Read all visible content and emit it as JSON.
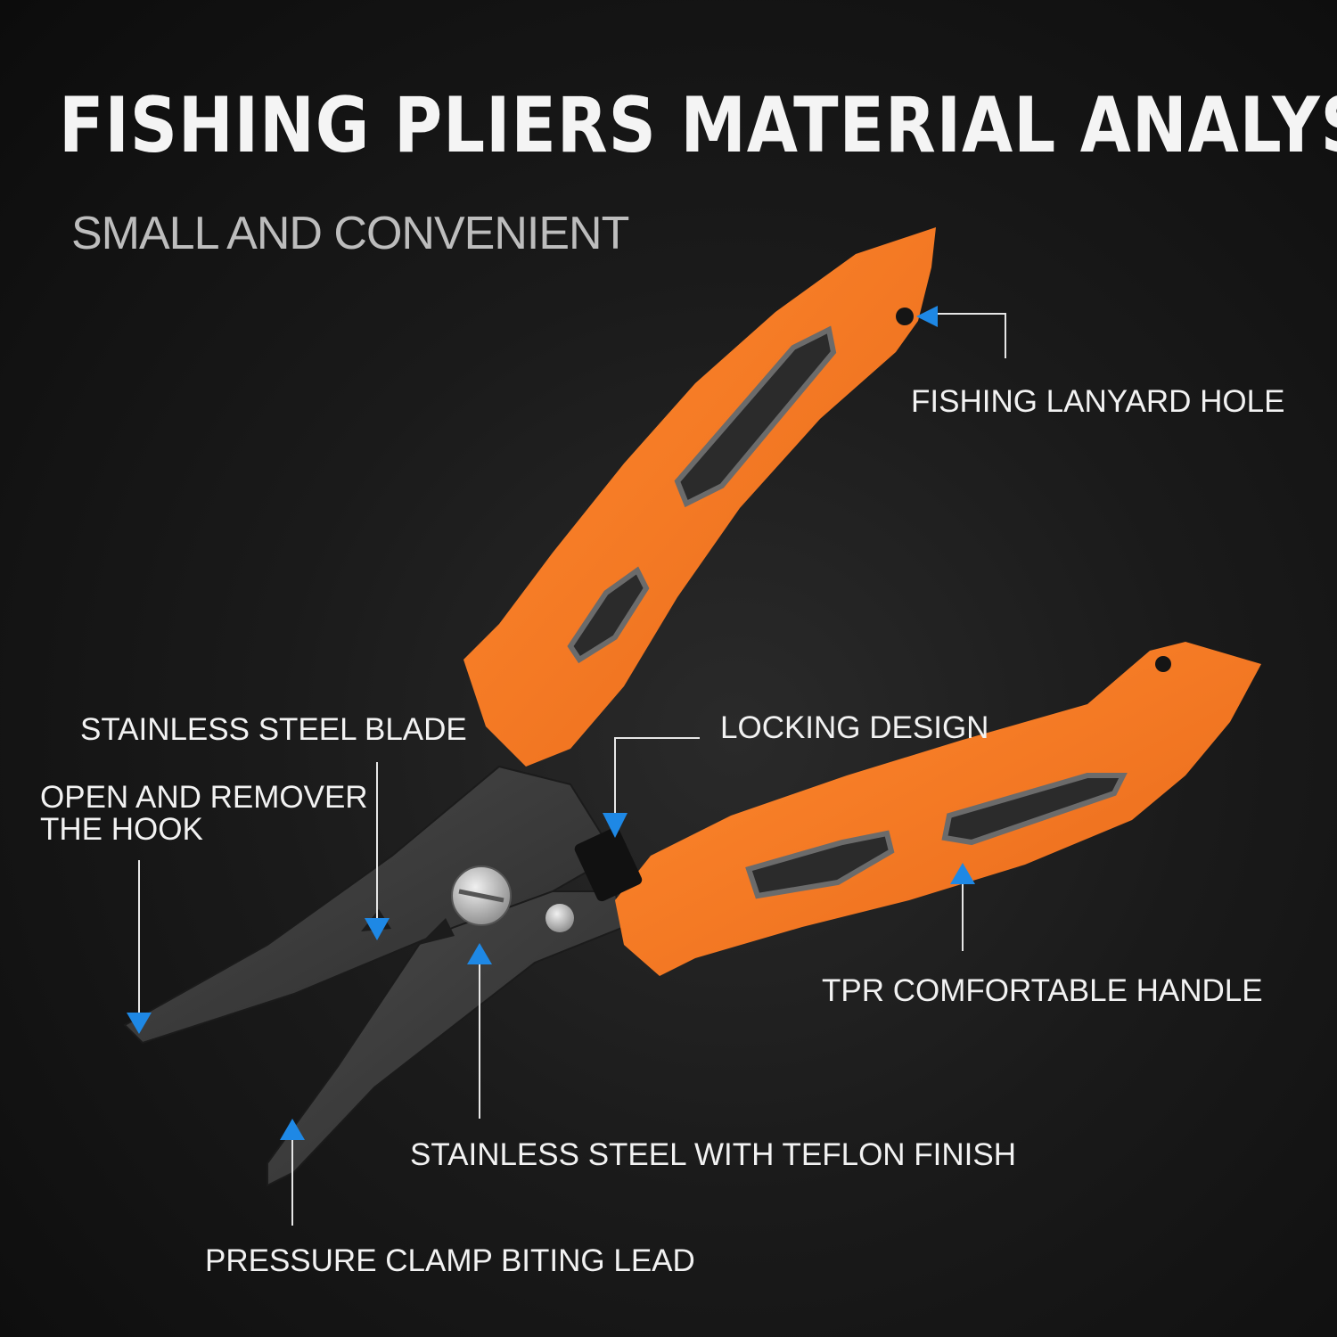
{
  "title": "FISHING PLIERS MATERIAL ANALYSIS",
  "subtitle": "SMALL AND CONVENIENT",
  "callouts": {
    "lanyard_hole": "FISHING LANYARD HOLE",
    "blade": "STAINLESS STEEL BLADE",
    "locking": "LOCKING DESIGN",
    "hook_line1": "OPEN AND REMOVER",
    "hook_line2": "THE HOOK",
    "handle": "TPR COMFORTABLE HANDLE",
    "finish": "STAINLESS STEEL WITH TEFLON FINISH",
    "clamp": "PRESSURE CLAMP BITING LEAD"
  },
  "colors": {
    "background": "#1a1a1a",
    "handle": "#f47a20",
    "jaw": "#3c3c3c",
    "arrow": "#1e88e5",
    "leader": "#e6e6e6"
  }
}
